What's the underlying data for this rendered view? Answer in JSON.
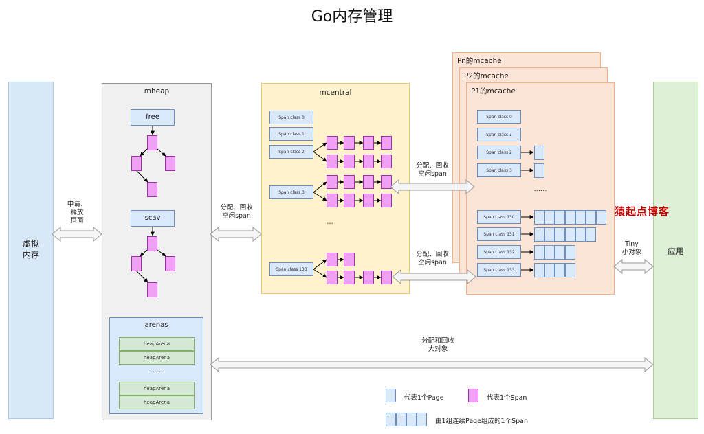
{
  "title": "Go内存管理",
  "virtual_memory": "虚拟\n内存",
  "app": "应用",
  "labels": {
    "alloc_page": "申请、\n释放\n页面",
    "alloc_recycle_span_left": "分配、回收\n空闲span",
    "alloc_recycle_span_top": "分配、回收\n空闲span",
    "alloc_recycle_span_bottom": "分配、回收\n空闲span",
    "tiny": "Tiny\n小对象",
    "large": "分配和回收\n大对象"
  },
  "mheap": {
    "title": "mheap",
    "free": "free",
    "scav": "scav",
    "arenas": {
      "title": "arenas",
      "items": [
        "heapArena",
        "heapArena",
        "heapArena",
        "heapArena"
      ],
      "ellipsis": "……"
    }
  },
  "mcentral": {
    "title": "mcentral",
    "classes": [
      "Span class 0",
      "Span class 1",
      "Span class 2",
      "Span class 3",
      "Span class 133"
    ],
    "ellipsis": "…"
  },
  "mcache": {
    "titles": [
      "Pn的mcache",
      "P2的mcache",
      "P1的mcache"
    ],
    "classes": [
      "Span class 0",
      "Span class 1",
      "Span class 2",
      "Span class 3",
      "Span class 130",
      "Span class 131",
      "Span class 132",
      "Span class 133"
    ],
    "ellipsis": "……"
  },
  "legend": {
    "page": "代表1个Page",
    "span": "代表1个Span",
    "multi": "由1组连续Page组成的1个Span"
  },
  "watermark": "猿起点博客",
  "colors": {
    "pink": "#f0a0f5",
    "blue": "#dae8fc",
    "orange": "#fce4d6",
    "yellow": "#fff2cc",
    "green": "#d5e8d4"
  }
}
